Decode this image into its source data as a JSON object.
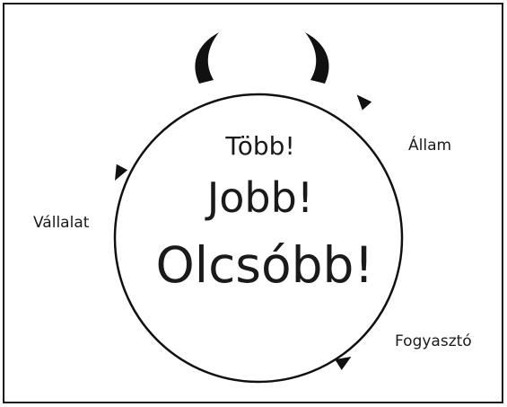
{
  "diagram": {
    "center_lines": [
      "Több!",
      "Jobb!",
      "Olcsóbb!"
    ],
    "labels": {
      "state": "Állam",
      "company": "Vállalat",
      "consumer": "Fogyasztó"
    }
  }
}
